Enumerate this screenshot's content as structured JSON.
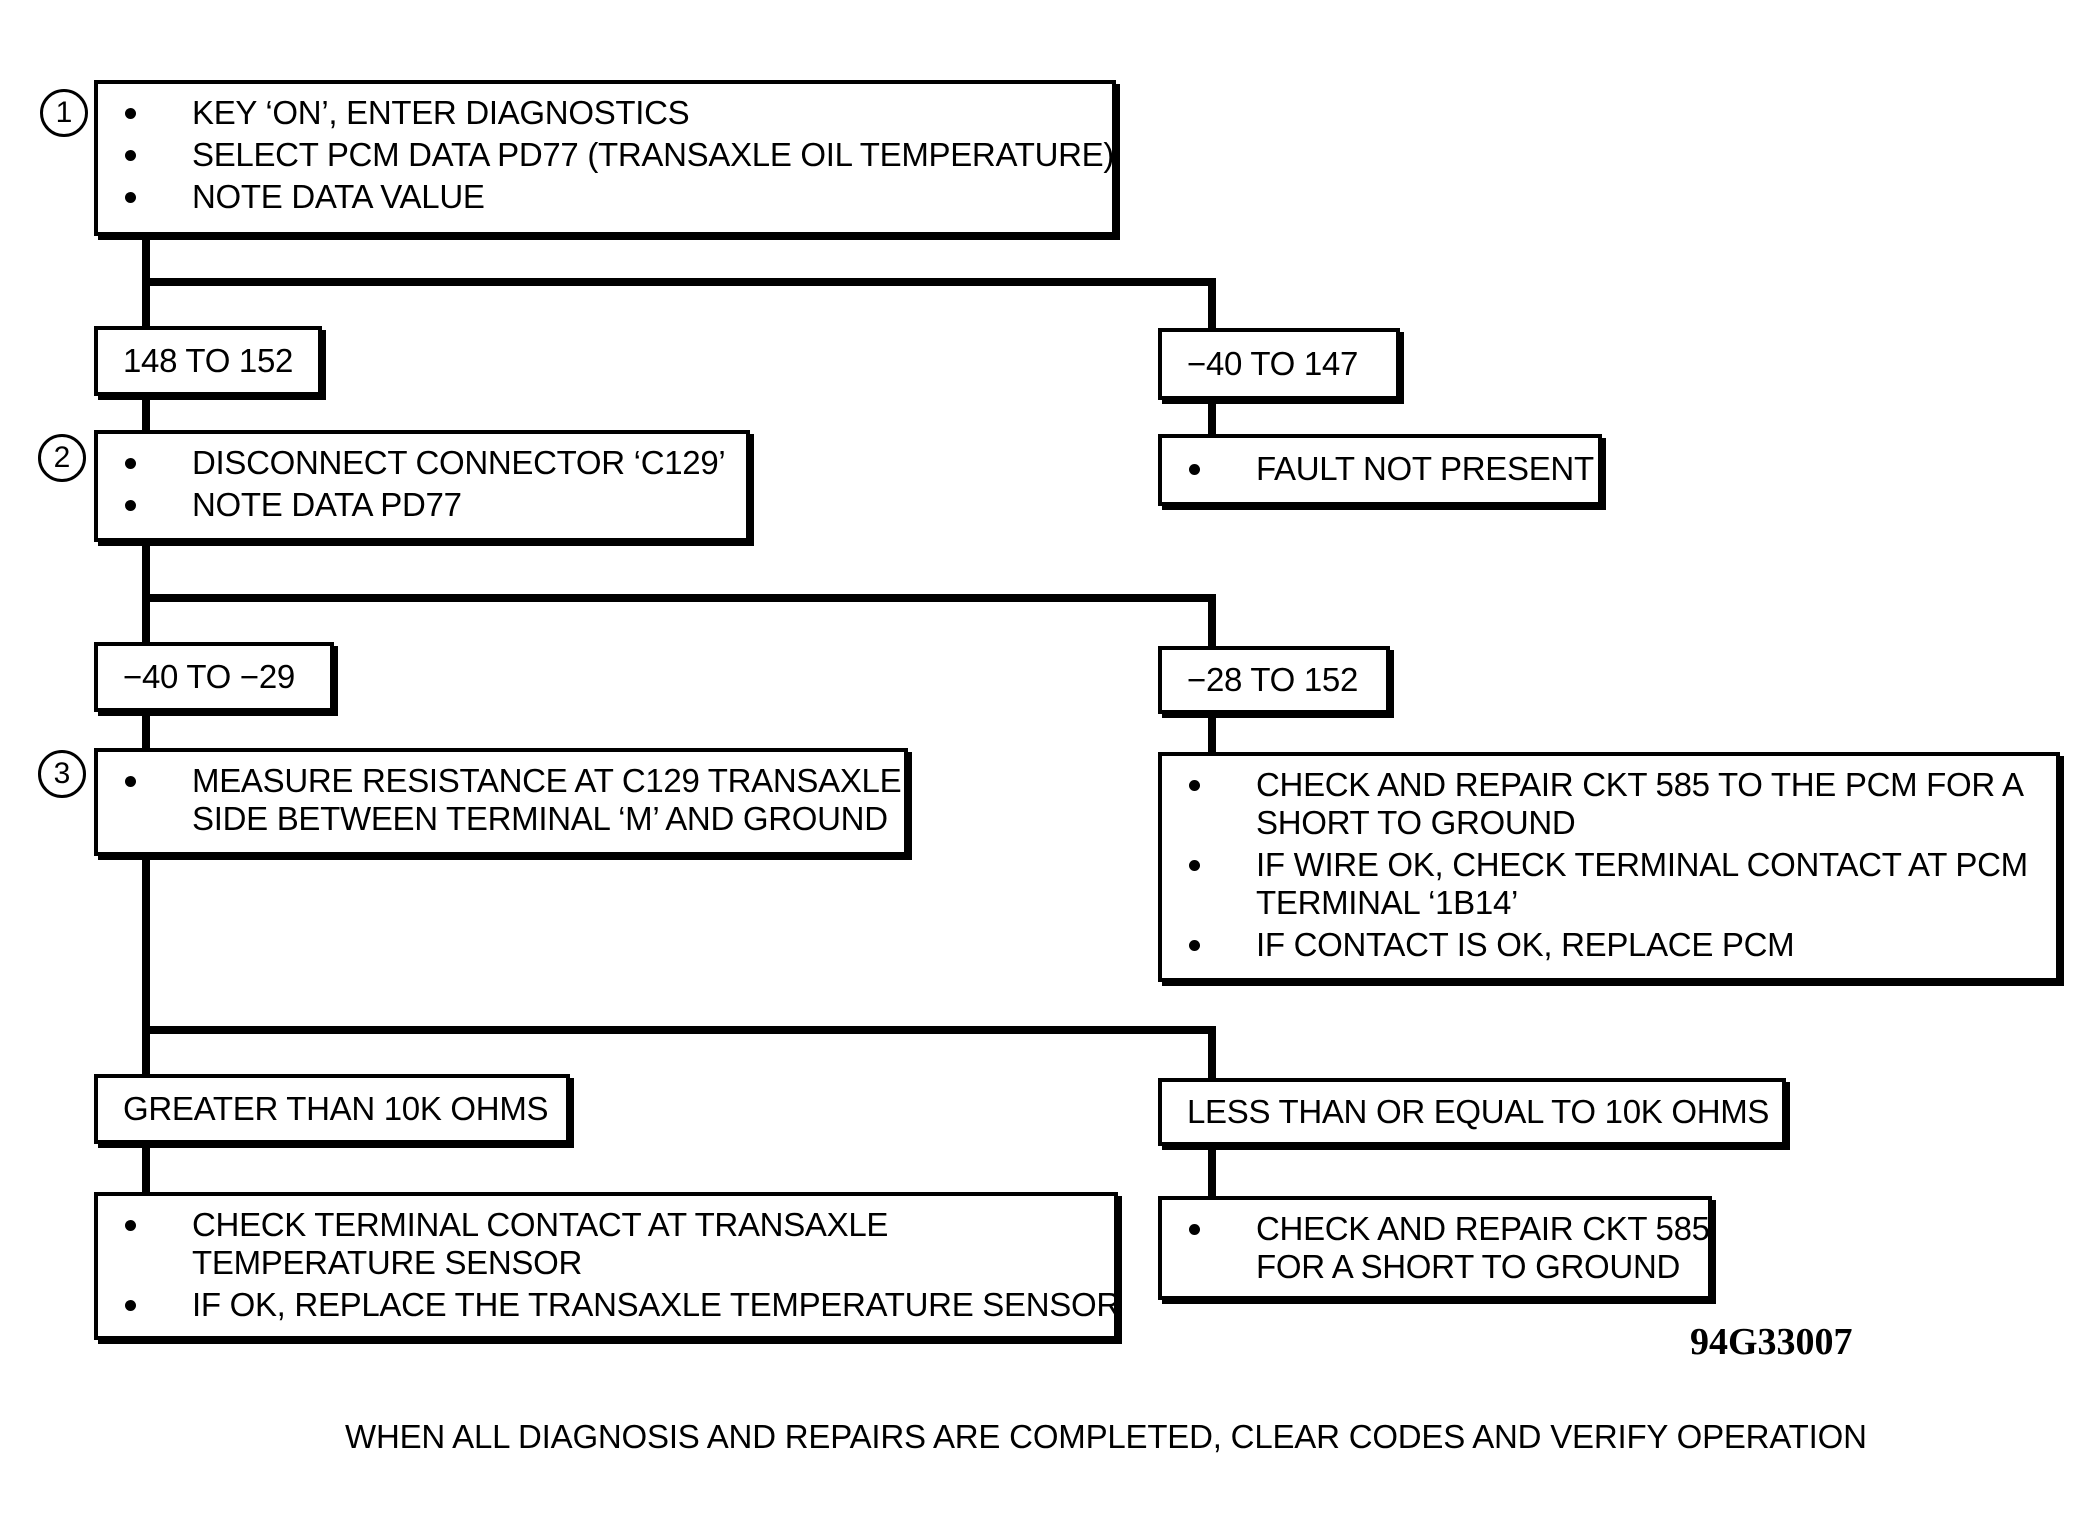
{
  "steps": {
    "step1": {
      "number": "1",
      "items": [
        "KEY ‘ON’, ENTER DIAGNOSTICS",
        "SELECT PCM DATA PD77 (TRANSAXLE OIL TEMPERATURE)",
        "NOTE DATA VALUE"
      ]
    },
    "step2": {
      "number": "2",
      "items": [
        "DISCONNECT CONNECTOR ‘C129’",
        "NOTE DATA PD77"
      ]
    },
    "step3": {
      "number": "3",
      "items": [
        "MEASURE RESISTANCE AT C129 TRANSAXLE\nSIDE BETWEEN TERMINAL ‘M’ AND GROUND"
      ]
    }
  },
  "outcomes": {
    "r148_152": "148 TO 152",
    "rneg40_147": "−40 TO 147",
    "rneg40_neg29": "−40 TO −29",
    "rneg28_152": "−28 TO 152",
    "gt10k": "GREATER THAN 10K OHMS",
    "le10k": "LESS THAN OR EQUAL TO 10K OHMS"
  },
  "results": {
    "fault_not_present": [
      "FAULT NOT PRESENT"
    ],
    "check_ckt585_pcm": [
      "CHECK AND REPAIR CKT 585 TO THE PCM FOR A\nSHORT TO GROUND",
      "IF WIRE OK, CHECK TERMINAL CONTACT AT PCM\nTERMINAL ‘1B14’",
      "IF CONTACT IS OK, REPLACE PCM"
    ],
    "check_sensor": [
      "CHECK TERMINAL CONTACT AT TRANSAXLE\nTEMPERATURE SENSOR",
      "IF OK, REPLACE THE TRANSAXLE TEMPERATURE SENSOR"
    ],
    "check_ckt585": [
      "CHECK AND REPAIR CKT 585\nFOR A SHORT TO GROUND"
    ]
  },
  "figure_id": "94G33007",
  "footer": "WHEN ALL DIAGNOSIS AND REPAIRS ARE COMPLETED, CLEAR CODES AND VERIFY OPERATION"
}
